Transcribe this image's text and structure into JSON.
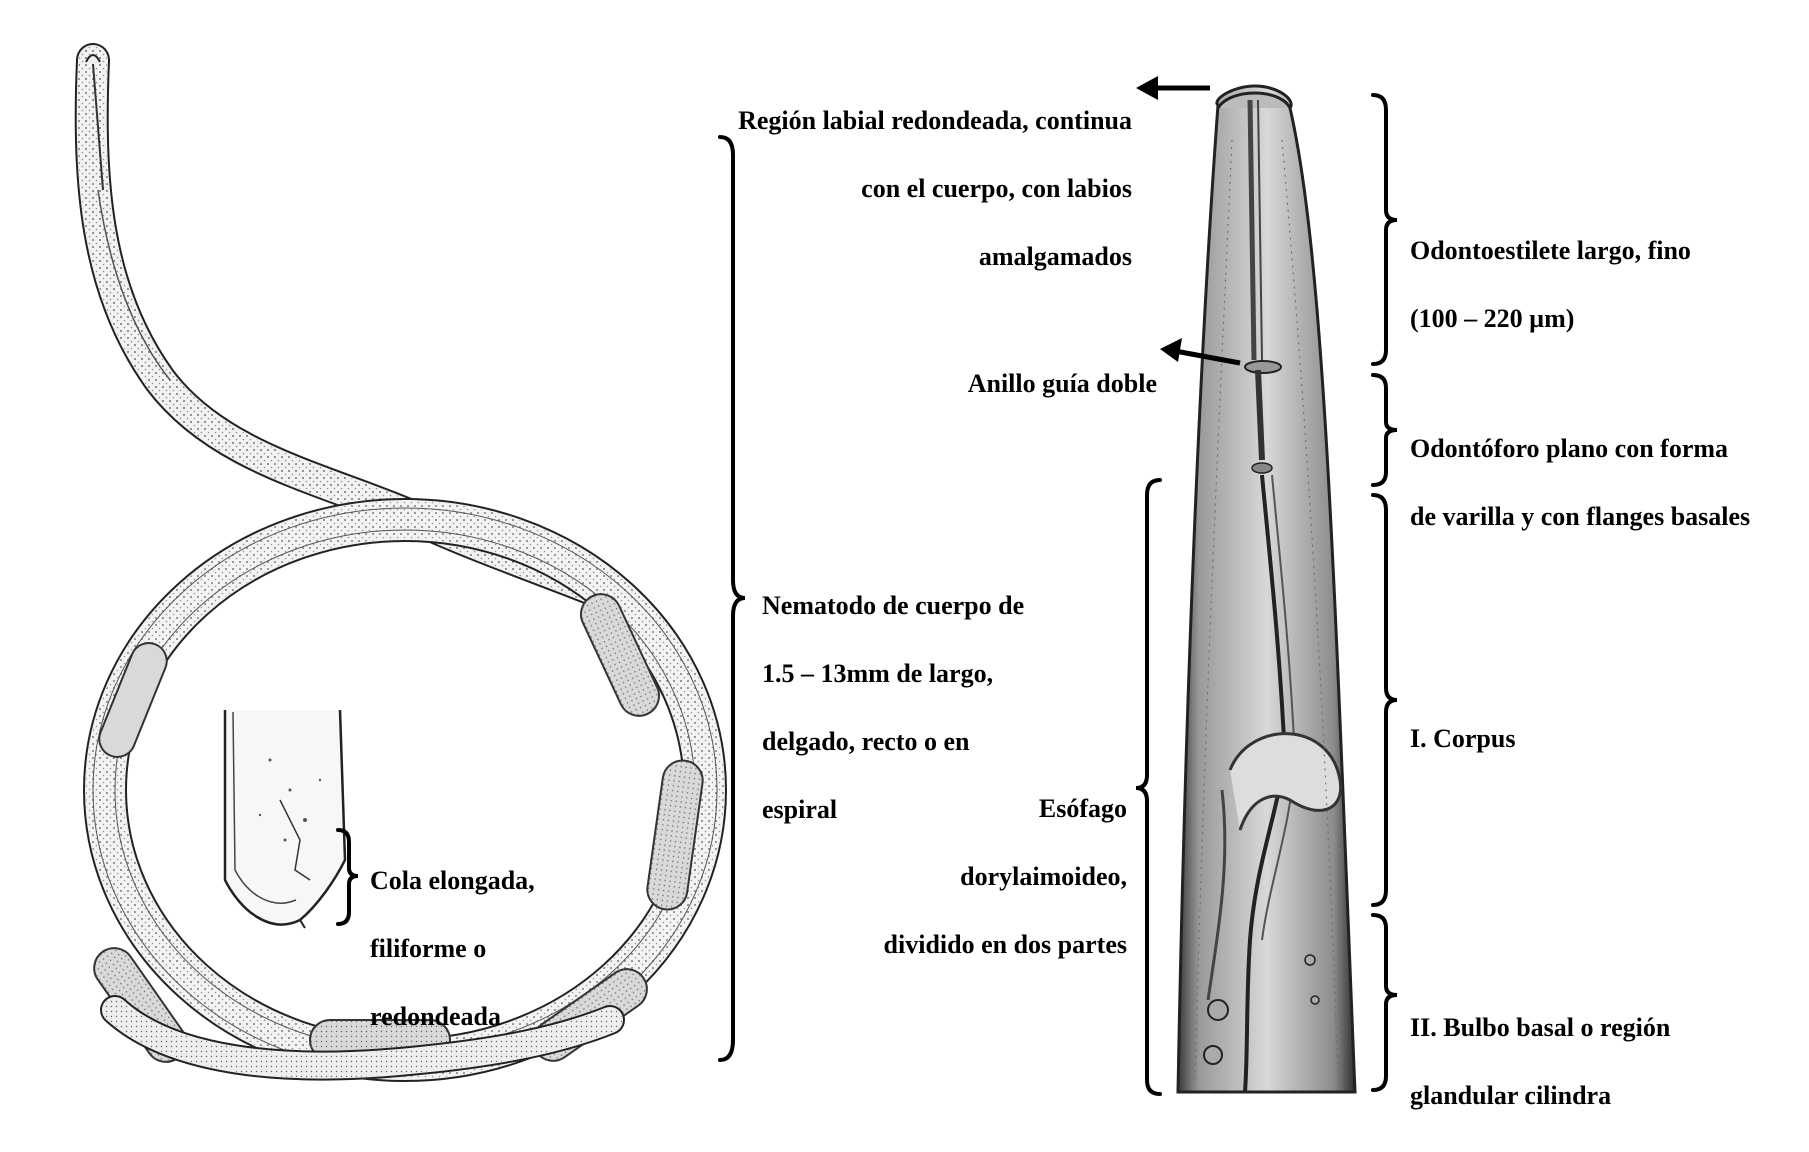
{
  "labels": {
    "labial": [
      "Región labial redondeada, continua",
      "con el cuerpo, con labios",
      "amalgamados"
    ],
    "odontoestilete": [
      "Odontoestilete largo, fino",
      "(100 – 220 µm)"
    ],
    "anillo": "Anillo guía doble",
    "odontoforo": [
      "Odontóforo plano con forma",
      "de varilla y con flanges basales"
    ],
    "cuerpo": [
      "Nematodo de cuerpo de",
      "1.5 – 13mm de largo,",
      "delgado, recto o en",
      "espiral"
    ],
    "corpus": "I. Corpus",
    "esofago": [
      "Esófago",
      "dorylaimoideo,",
      "dividido en dos partes"
    ],
    "cola": [
      "Cola elongada,",
      "filiforme o",
      "redondeada"
    ],
    "bulbo": [
      "II. Bulbo basal o región",
      "glandular cilindra"
    ]
  }
}
